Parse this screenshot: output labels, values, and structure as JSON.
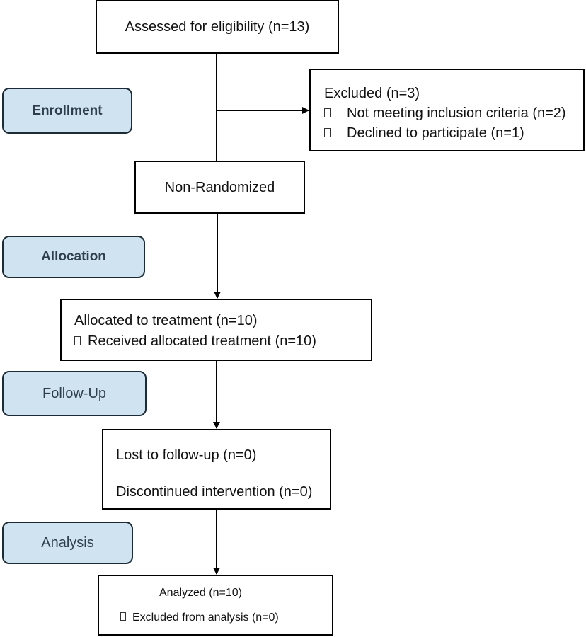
{
  "colors": {
    "stage_fill": "#cfe3f0",
    "stage_border": "#1d2b36",
    "line": "#000000"
  },
  "stages": {
    "enrollment": "Enrollment",
    "allocation": "Allocation",
    "follow_up": "Follow-Up",
    "analysis": "Analysis"
  },
  "boxes": {
    "assessed": "Assessed for eligibility (n=13)",
    "excluded": {
      "title": "Excluded (n=3)",
      "items": [
        "Not meeting inclusion criteria (n=2)",
        "Declined to participate (n=1)"
      ]
    },
    "non_randomized": "Non-Randomized",
    "allocated": {
      "title": "Allocated to treatment (n=10)",
      "item": "Received allocated treatment (n=10)"
    },
    "follow_up": {
      "lost": "Lost to follow-up (n=0)",
      "discontinued": "Discontinued intervention (n=0)"
    },
    "analyzed": {
      "title": "Analyzed (n=10)",
      "item": "Excluded from analysis (n=0)"
    }
  }
}
